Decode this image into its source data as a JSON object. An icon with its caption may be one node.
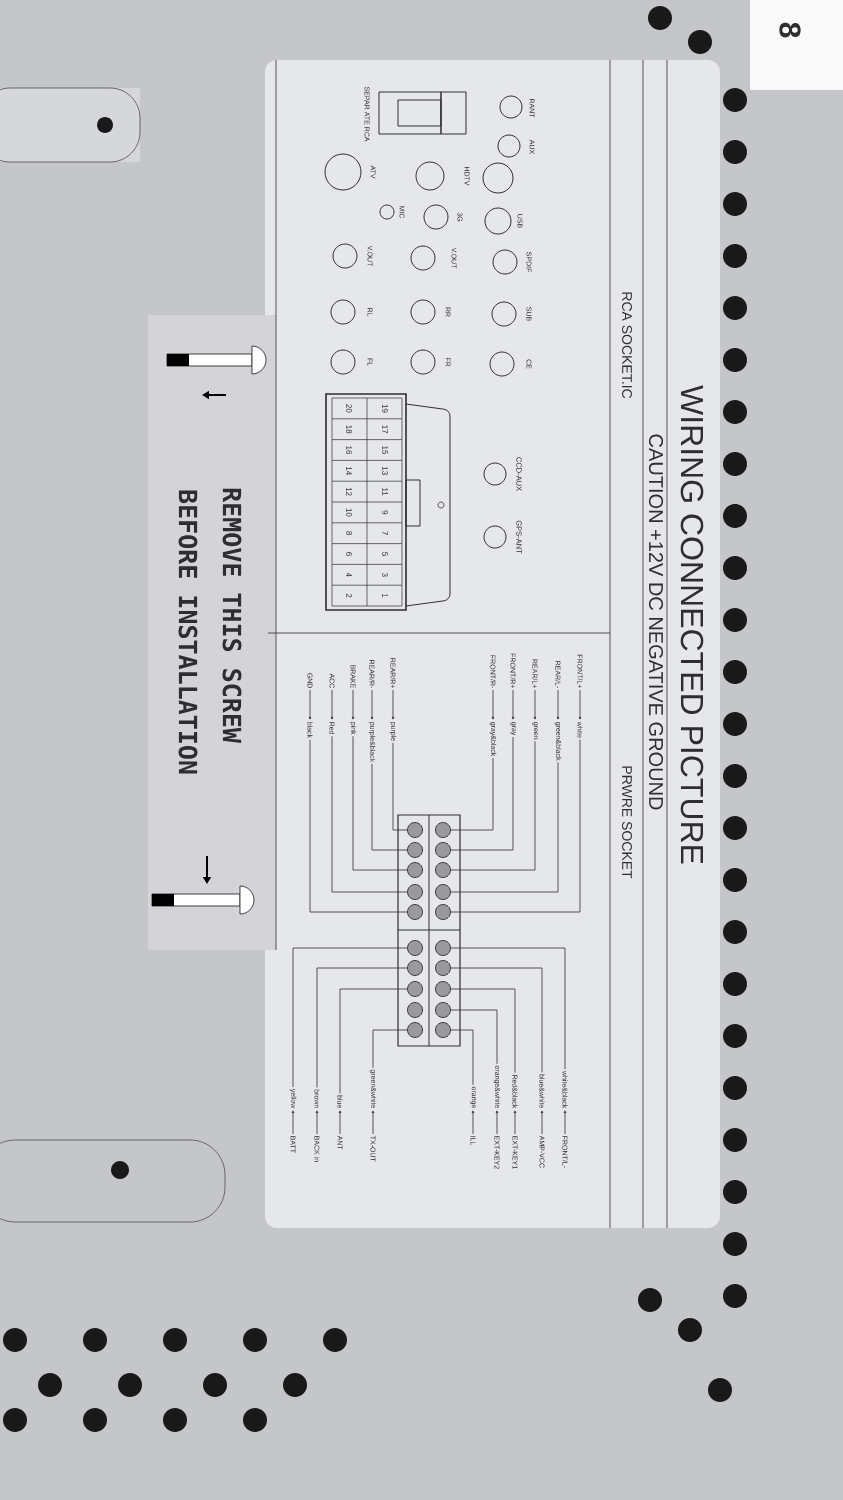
{
  "diagram": {
    "title": "WIRING CONNECTED PICTURE",
    "nodes": [
      {
        "text": [
          "FRONT/L+"
        ]
      },
      {
        "text": [
          "REAR/L-"
        ]
      },
      {
        "text": [
          "REAR/L+"
        ]
      },
      {
        "text": [
          "FRONT/R+"
        ]
      },
      {
        "text": [
          "FRONT/R-"
        ]
      },
      {
        "text": [
          "REAR/R+"
        ]
      },
      {
        "text": [
          "REAR/R-"
        ]
      },
      {
        "text": [
          "BRAKE"
        ]
      },
      {
        "text": [
          "ACC"
        ]
      },
      {
        "text": [
          "GND"
        ]
      },
      {
        "text": [
          "white"
        ]
      },
      {
        "text": [
          "green&black"
        ]
      },
      {
        "text": [
          "green"
        ]
      },
      {
        "text": [
          "gray"
        ]
      },
      {
        "text": [
          "gray&black"
        ]
      },
      {
        "text": [
          "purple"
        ]
      },
      {
        "text": [
          "purple&black"
        ]
      },
      {
        "text": [
          "pink"
        ]
      },
      {
        "text": [
          "Red"
        ]
      },
      {
        "text": [
          "black"
        ]
      },
      {
        "text": [
          "FRONT/L-"
        ]
      },
      {
        "text": [
          "AMP-VCC"
        ]
      },
      {
        "text": [
          "EXT-KEY1"
        ]
      },
      {
        "text": [
          "EXT-KEY2"
        ]
      },
      {
        "text": [
          "ILL"
        ]
      },
      {
        "text": [
          "TX-OUT"
        ]
      },
      {
        "text": [
          "ANT"
        ]
      },
      {
        "text": [
          "BACK in"
        ]
      },
      {
        "text": [
          "BATT"
        ]
      },
      {
        "text": [
          "white&black"
        ]
      },
      {
        "text": [
          "blue&white"
        ]
      },
      {
        "text": [
          "Red&black"
        ]
      },
      {
        "text": [
          "orange&white"
        ]
      },
      {
        "text": [
          "orange"
        ]
      },
      {
        "text": [
          "green&white"
        ]
      },
      {
        "text": [
          "blue"
        ]
      },
      {
        "text": [
          "brown"
        ]
      },
      {
        "text": [
          "yellow"
        ]
      },
      {
        "text": [],
        "shape": "circle"
      },
      {
        "text": [],
        "shape": "circle"
      },
      {
        "text": [],
        "shape": "circle"
      },
      {
        "text": [],
        "shape": "circle"
      },
      {
        "text": [],
        "shape": "circle"
      },
      {
        "text": [],
        "shape": "circle"
      },
      {
        "text": [],
        "shape": "circle"
      },
      {
        "text": [],
        "shape": "circle"
      },
      {
        "text": [],
        "shape": "circle"
      },
      {
        "text": [],
        "shape": "circle"
      },
      {
        "text": [],
        "shape": "circle"
      },
      {
        "text": [],
        "shape": "circle"
      },
      {
        "text": [],
        "shape": "circle"
      },
      {
        "text": [],
        "shape": "circle"
      },
      {
        "text": [],
        "shape": "circle"
      },
      {
        "text": [],
        "shape": "circle"
      },
      {
        "text": [],
        "shape": "circle"
      },
      {
        "text": [],
        "shape": "circle"
      },
      {
        "text": [],
        "shape": "circle"
      },
      {
        "text": [],
        "shape": "circle"
      }
    ],
    "edges": [
      {
        "from": 0,
        "to": 10,
        "arrow": "to"
      },
      {
        "from": 1,
        "to": 11,
        "arrow": "to"
      },
      {
        "from": 2,
        "to": 12,
        "arrow": "to"
      },
      {
        "from": 3,
        "to": 13,
        "arrow": "to"
      },
      {
        "from": 4,
        "to": 14,
        "arrow": "to"
      },
      {
        "from": 5,
        "to": 15,
        "arrow": "to"
      },
      {
        "from": 6,
        "to": 16,
        "arrow": "to"
      },
      {
        "from": 7,
        "to": 17,
        "arrow": "to"
      },
      {
        "from": 8,
        "to": 18,
        "arrow": "to"
      },
      {
        "from": 9,
        "to": 19,
        "arrow": "to"
      },
      {
        "from": 20,
        "to": 29,
        "arrow": "to"
      },
      {
        "from": 21,
        "to": 30,
        "arrow": "to"
      },
      {
        "from": 22,
        "to": 31,
        "arrow": "to"
      },
      {
        "from": 23,
        "to": 32,
        "arrow": "to"
      },
      {
        "from": 24,
        "to": 33,
        "arrow": "to"
      },
      {
        "from": 25,
        "to": 34,
        "arrow": "to"
      },
      {
        "from": 26,
        "to": 35,
        "arrow": "to"
      },
      {
        "from": 27,
        "to": 36,
        "arrow": "to"
      },
      {
        "from": 28,
        "to": 37,
        "arrow": "to"
      },
      {
        "from": 10,
        "to": 52,
        "arrow": "none"
      },
      {
        "from": 11,
        "to": 51,
        "arrow": "none"
      },
      {
        "from": 12,
        "to": 50,
        "arrow": "none"
      },
      {
        "from": 13,
        "to": 49,
        "arrow": "none"
      },
      {
        "from": 14,
        "to": 48,
        "arrow": "none"
      },
      {
        "from": 15,
        "to": 38,
        "arrow": "none"
      },
      {
        "from": 16,
        "to": 39,
        "arrow": "none"
      },
      {
        "from": 17,
        "to": 40,
        "arrow": "none"
      },
      {
        "from": 18,
        "to": 41,
        "arrow": "none"
      },
      {
        "from": 19,
        "to": 42,
        "arrow": "none"
      },
      {
        "from": 29,
        "to": 53,
        "arrow": "none"
      },
      {
        "from": 30,
        "to": 54,
        "arrow": "none"
      },
      {
        "from": 31,
        "to": 55,
        "arrow": "none"
      },
      {
        "from": 32,
        "to": 56,
        "arrow": "none"
      },
      {
        "from": 33,
        "to": 57,
        "arrow": "none"
      },
      {
        "from": 34,
        "to": 47,
        "arrow": "none"
      },
      {
        "from": 35,
        "to": 45,
        "arrow": "none"
      },
      {
        "from": 36,
        "to": 44,
        "arrow": "none"
      },
      {
        "from": 37,
        "to": 43,
        "arrow": "none"
      }
    ],
    "labels": [
      "CAUTION +12V DC NEGATIVE GROUND",
      "RCA SOCKET.IC",
      "PRWRE SOCKET",
      "RANT",
      "AUX",
      "USB",
      "SPDIF",
      "SUB",
      "CE",
      "CCD-AUX",
      "GPS-ANT",
      "HDTV",
      "3G",
      "V.OUT",
      "RR",
      "FR",
      "MIC",
      "ATV",
      "V.OUT",
      "RL",
      "FL",
      "SEPAR ATE RCA",
      "19",
      "17",
      "15",
      "13",
      "11",
      "9",
      "7",
      "5",
      "3",
      "1",
      "20",
      "18",
      "16",
      "14",
      "12",
      "10",
      "8",
      "6",
      "4",
      "2",
      "REMOVE THIS SCREW",
      "BEFORE INSTALLATION",
      "8"
    ]
  }
}
